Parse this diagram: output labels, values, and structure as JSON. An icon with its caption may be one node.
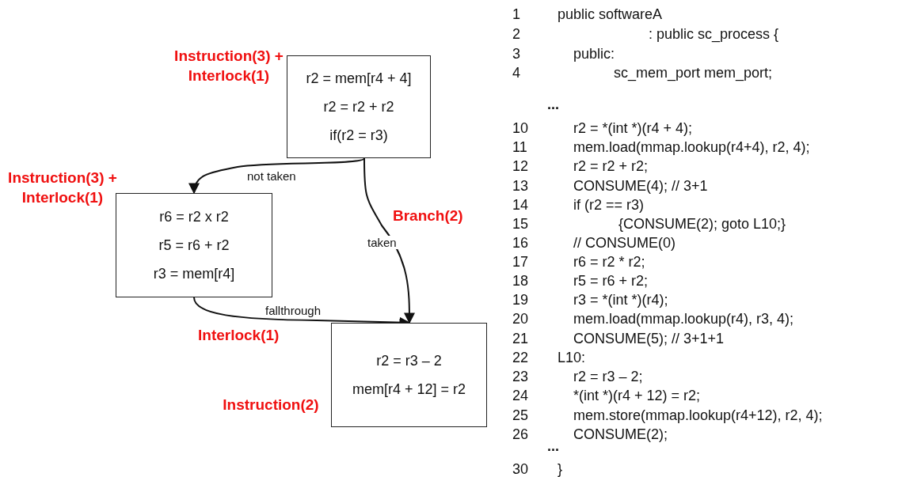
{
  "diagram": {
    "nodes": [
      {
        "text": [
          "r2 = mem[r4 + 4]",
          "r2 = r2 + r2",
          "if(r2 = r3)"
        ],
        "beside": [
          "Instruction(3) + Interlock(1)"
        ]
      },
      {
        "text": [
          "r6 = r2 x r2",
          "r5 = r6 + r2",
          "r3 = mem[r4]"
        ],
        "beside": [
          "Instruction(3) + Interlock(1)"
        ]
      },
      {
        "text": [
          "r2 = r3 – 2",
          "mem[r4 + 12] = r2"
        ],
        "beside": [
          "Instruction(2)"
        ]
      }
    ],
    "edges": [
      {
        "from": 0,
        "to": 1,
        "arrow": "to",
        "label": "not taken"
      },
      {
        "from": 0,
        "to": 2,
        "arrow": "to",
        "label": "taken"
      },
      {
        "from": 1,
        "to": 2,
        "arrow": "to",
        "label": "fallthrough"
      }
    ],
    "labels": [
      "Branch(2)",
      "Interlock(1)",
      "1",
      "public softwareA",
      "2",
      ": public sc_process {",
      "3",
      "public:",
      "4",
      "sc_mem_port mem_port;",
      "...",
      "10",
      "r2 = *(int *)(r4 + 4);",
      "11",
      "mem.load(mmap.lookup(r4+4), r2, 4);",
      "12",
      "r2 = r2 + r2;",
      "13",
      "CONSUME(4); // 3+1",
      "14",
      "if (r2 == r3)",
      "15",
      "{CONSUME(2); goto L10;}",
      "16",
      "// CONSUME(0)",
      "17",
      "r6 = r2 * r2;",
      "18",
      "r5 = r6 + r2;",
      "19",
      "r3 = *(int *)(r4);",
      "20",
      "mem.load(mmap.lookup(r4), r3, 4);",
      "21",
      "CONSUME(5); // 3+1+1",
      "22",
      "L10:",
      "23",
      "r2 = r3 – 2;",
      "24",
      "*(int *)(r4 + 12) = r2;",
      "25",
      "mem.store(mmap.lookup(r4+12), r2, 4);",
      "26",
      "CONSUME(2);",
      "...",
      "30",
      "}"
    ]
  }
}
